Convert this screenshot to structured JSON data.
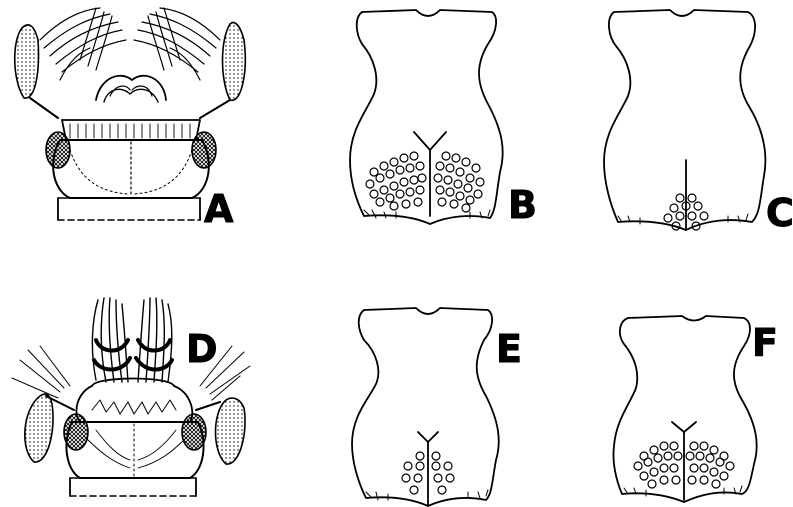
{
  "figure": {
    "panels": [
      {
        "id": "A",
        "label": "A",
        "subject": "head"
      },
      {
        "id": "B",
        "label": "B",
        "subject": "plate"
      },
      {
        "id": "C",
        "label": "C",
        "subject": "plate"
      },
      {
        "id": "D",
        "label": "D",
        "subject": "head"
      },
      {
        "id": "E",
        "label": "E",
        "subject": "plate"
      },
      {
        "id": "F",
        "label": "F",
        "subject": "plate"
      }
    ]
  },
  "colors": {
    "ink": "#000000",
    "paper": "#ffffff"
  }
}
